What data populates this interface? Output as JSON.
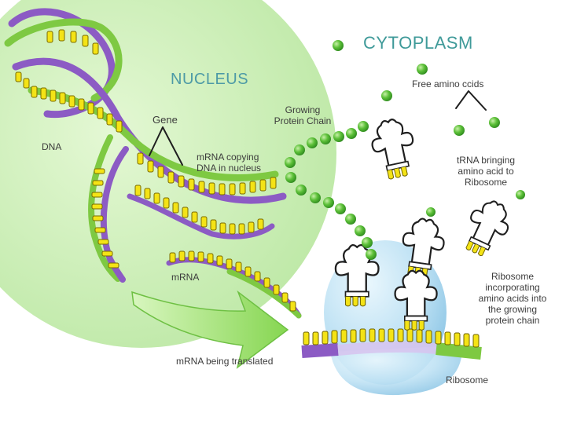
{
  "labels": {
    "cytoplasm": "CYTOPLASM",
    "nucleus": "NUCLEUS",
    "free_amino_acids": "Free amino ccids",
    "growing_chain_1": "Growing",
    "growing_chain_2": "Protein Chain",
    "gene": "Gene",
    "dna": "DNA",
    "mrna_copying_1": "mRNA copying",
    "mrna_copying_2": "DNA in nucleus",
    "trna_1": "tRNA bringing",
    "trna_2": "amino acid to",
    "trna_3": "Ribosome",
    "mrna": "mRNA",
    "ribosome_inc_1": "Ribosome",
    "ribosome_inc_2": "incorporating",
    "ribosome_inc_3": "amino acids into",
    "ribosome_inc_4": "the growing",
    "ribosome_inc_5": "protein chain",
    "mrna_translated": "mRNA being translated",
    "ribosome": "Ribosome"
  },
  "colors": {
    "nucleus_green": "#c9efb5",
    "nucleus_text": "#4d9aa6",
    "cytoplasm_text": "#3f9a99",
    "dna_purple": "#8c5bc4",
    "dna_green": "#7ec942",
    "base_yellow": "#f4e316",
    "amino_green": "#52b832",
    "ribosome_blue": "#b9dff2",
    "arrow_green": "#9fe36e"
  }
}
